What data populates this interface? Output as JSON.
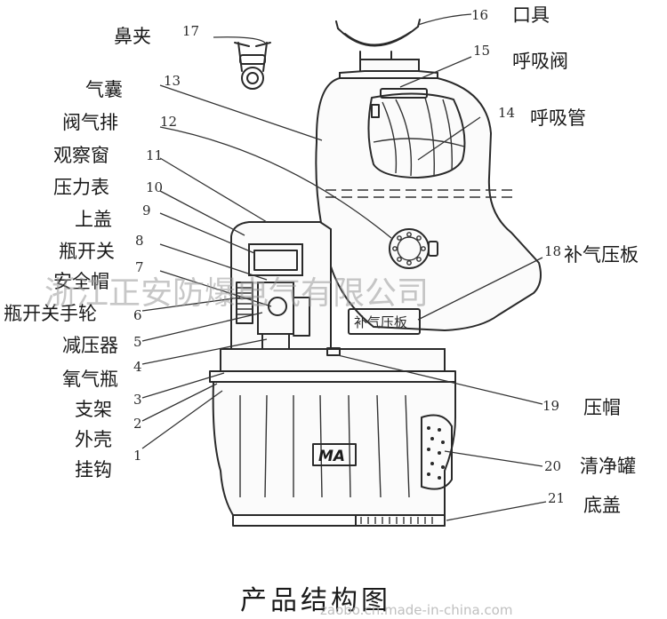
{
  "diagram": {
    "caption": "产品结构图",
    "watermark": "浙江正安防爆电气有限公司",
    "footer_watermark": "zaobo.cn.made-in-china.com",
    "badge_text": "MA",
    "plate_text": "补气压板"
  },
  "parts": [
    {
      "num": "1",
      "label": "挂钩"
    },
    {
      "num": "2",
      "label": "外壳"
    },
    {
      "num": "3",
      "label": "支架"
    },
    {
      "num": "4",
      "label": "氧气瓶"
    },
    {
      "num": "5",
      "label": "减压器"
    },
    {
      "num": "6",
      "label": "瓶开关手轮"
    },
    {
      "num": "7",
      "label": "安全帽"
    },
    {
      "num": "8",
      "label": "瓶开关"
    },
    {
      "num": "9",
      "label": "上盖"
    },
    {
      "num": "10",
      "label": "压力表"
    },
    {
      "num": "11",
      "label": "观察窗"
    },
    {
      "num": "12",
      "label": "阀气排"
    },
    {
      "num": "13",
      "label": "气囊"
    },
    {
      "num": "14",
      "label": "呼吸管"
    },
    {
      "num": "15",
      "label": "呼吸阀"
    },
    {
      "num": "16",
      "label": "口具"
    },
    {
      "num": "17",
      "label": "鼻夹"
    },
    {
      "num": "18",
      "label": "补气压板"
    },
    {
      "num": "19",
      "label": "压帽"
    },
    {
      "num": "20",
      "label": "清净罐"
    },
    {
      "num": "21",
      "label": "底盖"
    }
  ]
}
